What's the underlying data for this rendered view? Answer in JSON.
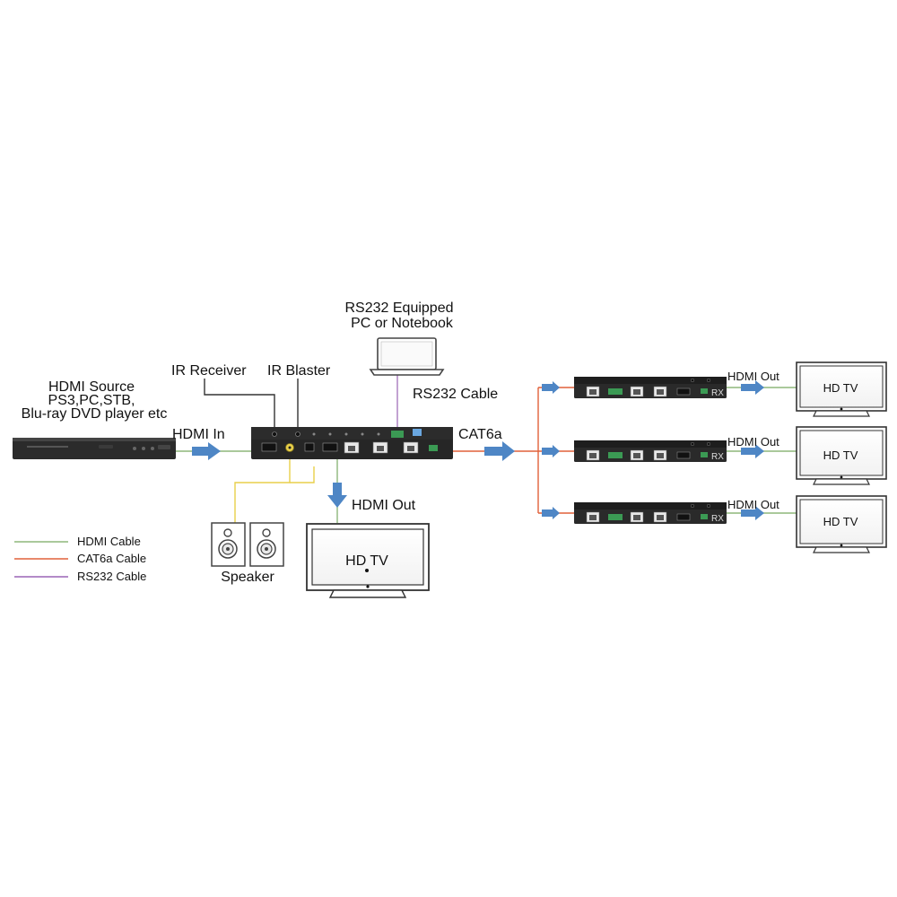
{
  "source": {
    "label_lines": [
      "HDMI Source",
      "PS3,PC,STB,",
      "Blu-ray DVD player etc"
    ]
  },
  "labels": {
    "hdmi_in": "HDMI In",
    "ir_receiver": "IR Receiver",
    "ir_blaster": "IR Blaster",
    "pc_line1": "RS232 Equipped",
    "pc_line2": "PC or Notebook",
    "rs232_cable": "RS232 Cable",
    "cat6a": "CAT6a",
    "hdmi_out_local": "HDMI Out",
    "speaker": "Speaker",
    "hd_tv_local": "HD TV"
  },
  "receivers": [
    {
      "badge": "RX",
      "hdmi_out": "HDMI Out",
      "tv": "HD TV"
    },
    {
      "badge": "RX",
      "hdmi_out": "HDMI Out",
      "tv": "HD TV"
    },
    {
      "badge": "RX",
      "hdmi_out": "HDMI Out",
      "tv": "HD TV"
    }
  ],
  "legend": [
    {
      "label": "HDMI Cable",
      "color": "#8db77a"
    },
    {
      "label": "CAT6a Cable",
      "color": "#e0603a"
    },
    {
      "label": "RS232 Cable",
      "color": "#9a63b5"
    }
  ],
  "colors": {
    "hdmi": "#8db77a",
    "cat6a": "#e0603a",
    "rs232": "#9a63b5",
    "audio": "#e8cf4a",
    "ir": "#333333",
    "arrow": "#4e86c5"
  }
}
